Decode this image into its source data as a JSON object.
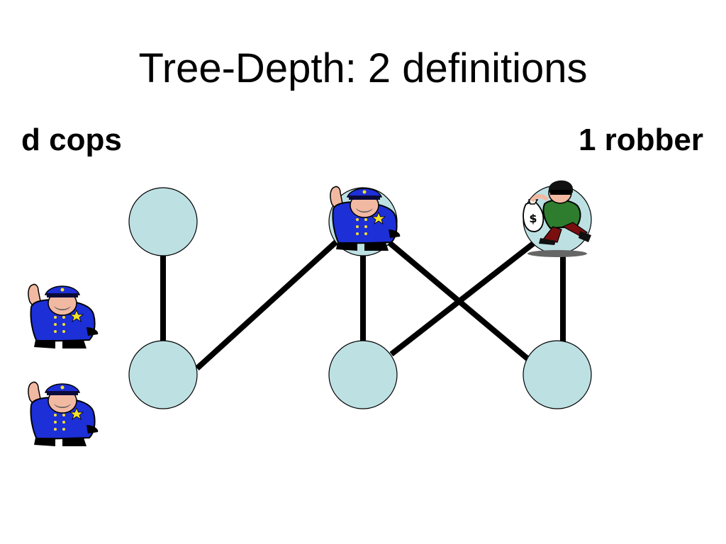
{
  "slide": {
    "title": "Tree-Depth: 2 definitions",
    "left_label": "d cops",
    "right_label": "1 robber"
  },
  "graph": {
    "node_color": "#bde0e3",
    "nodes": [
      {
        "id": "top-left"
      },
      {
        "id": "top-middle",
        "occupant": "cop-icon"
      },
      {
        "id": "top-right",
        "occupant": "robber-icon"
      },
      {
        "id": "bottom-left"
      },
      {
        "id": "bottom-middle"
      },
      {
        "id": "bottom-right"
      }
    ],
    "edges": [
      [
        "top-left",
        "bottom-left"
      ],
      [
        "bottom-left",
        "top-middle"
      ],
      [
        "top-middle",
        "bottom-middle"
      ],
      [
        "top-middle",
        "bottom-right"
      ],
      [
        "bottom-middle",
        "top-right"
      ],
      [
        "top-right",
        "bottom-right"
      ]
    ]
  },
  "spare_cops": [
    {
      "icon": "cop-icon"
    },
    {
      "icon": "cop-icon"
    }
  ]
}
